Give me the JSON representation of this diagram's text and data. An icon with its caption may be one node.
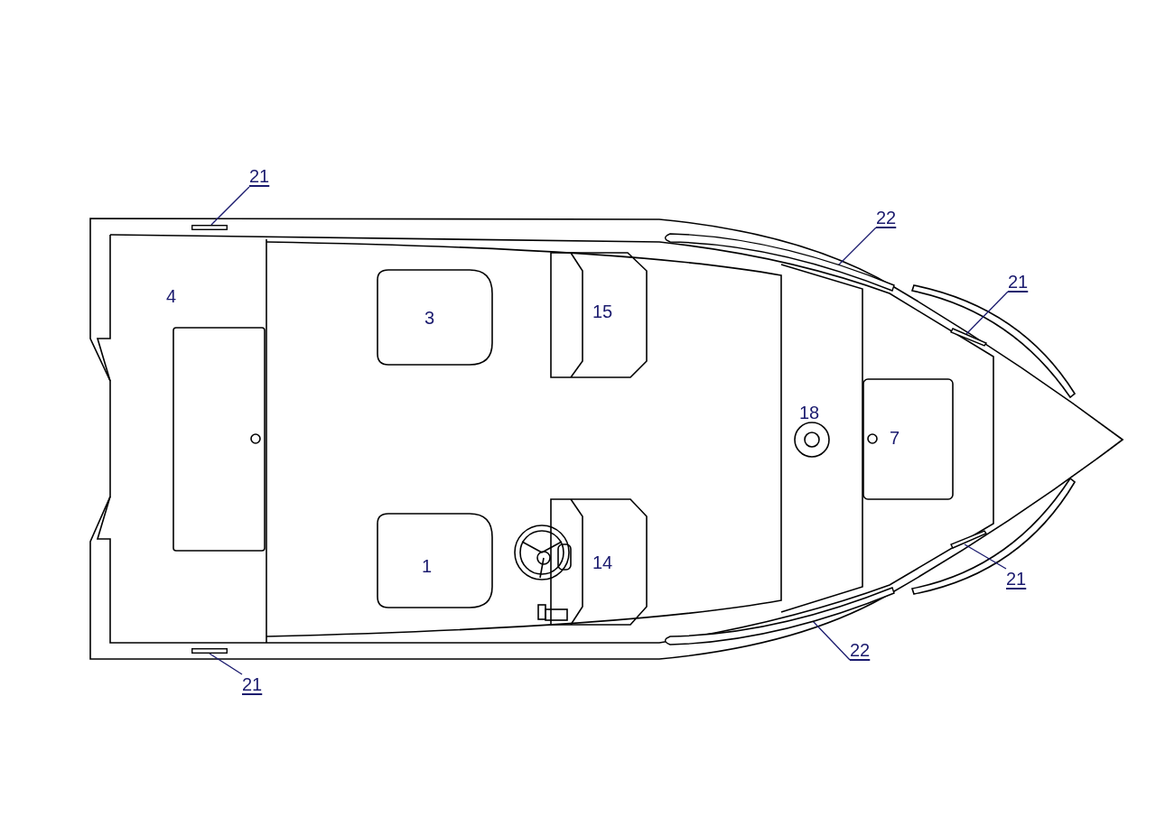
{
  "diagram": {
    "nodes": [
      {
        "text": [
          "21"
        ]
      },
      {
        "text": [],
        "shape": "bar"
      },
      {
        "text": [
          "22"
        ]
      },
      {
        "text": [],
        "shape": "bar"
      },
      {
        "text": [
          "21"
        ]
      },
      {
        "text": [],
        "shape": "bar"
      },
      {
        "text": [
          "21"
        ]
      },
      {
        "text": [],
        "shape": "bar"
      },
      {
        "text": [
          "22"
        ]
      },
      {
        "text": [],
        "shape": "bar"
      },
      {
        "text": [
          "21"
        ]
      },
      {
        "text": [],
        "shape": "bar"
      }
    ],
    "edges": [
      {
        "from": 0,
        "to": 1,
        "arrow": "none"
      },
      {
        "from": 2,
        "to": 3,
        "arrow": "none"
      },
      {
        "from": 4,
        "to": 5,
        "arrow": "none"
      },
      {
        "from": 6,
        "to": 7,
        "arrow": "none"
      },
      {
        "from": 8,
        "to": 9,
        "arrow": "none"
      },
      {
        "from": 10,
        "to": 11,
        "arrow": "none"
      }
    ],
    "labels": [
      "4",
      "3",
      "15",
      "18",
      "7",
      "1",
      "14"
    ]
  }
}
